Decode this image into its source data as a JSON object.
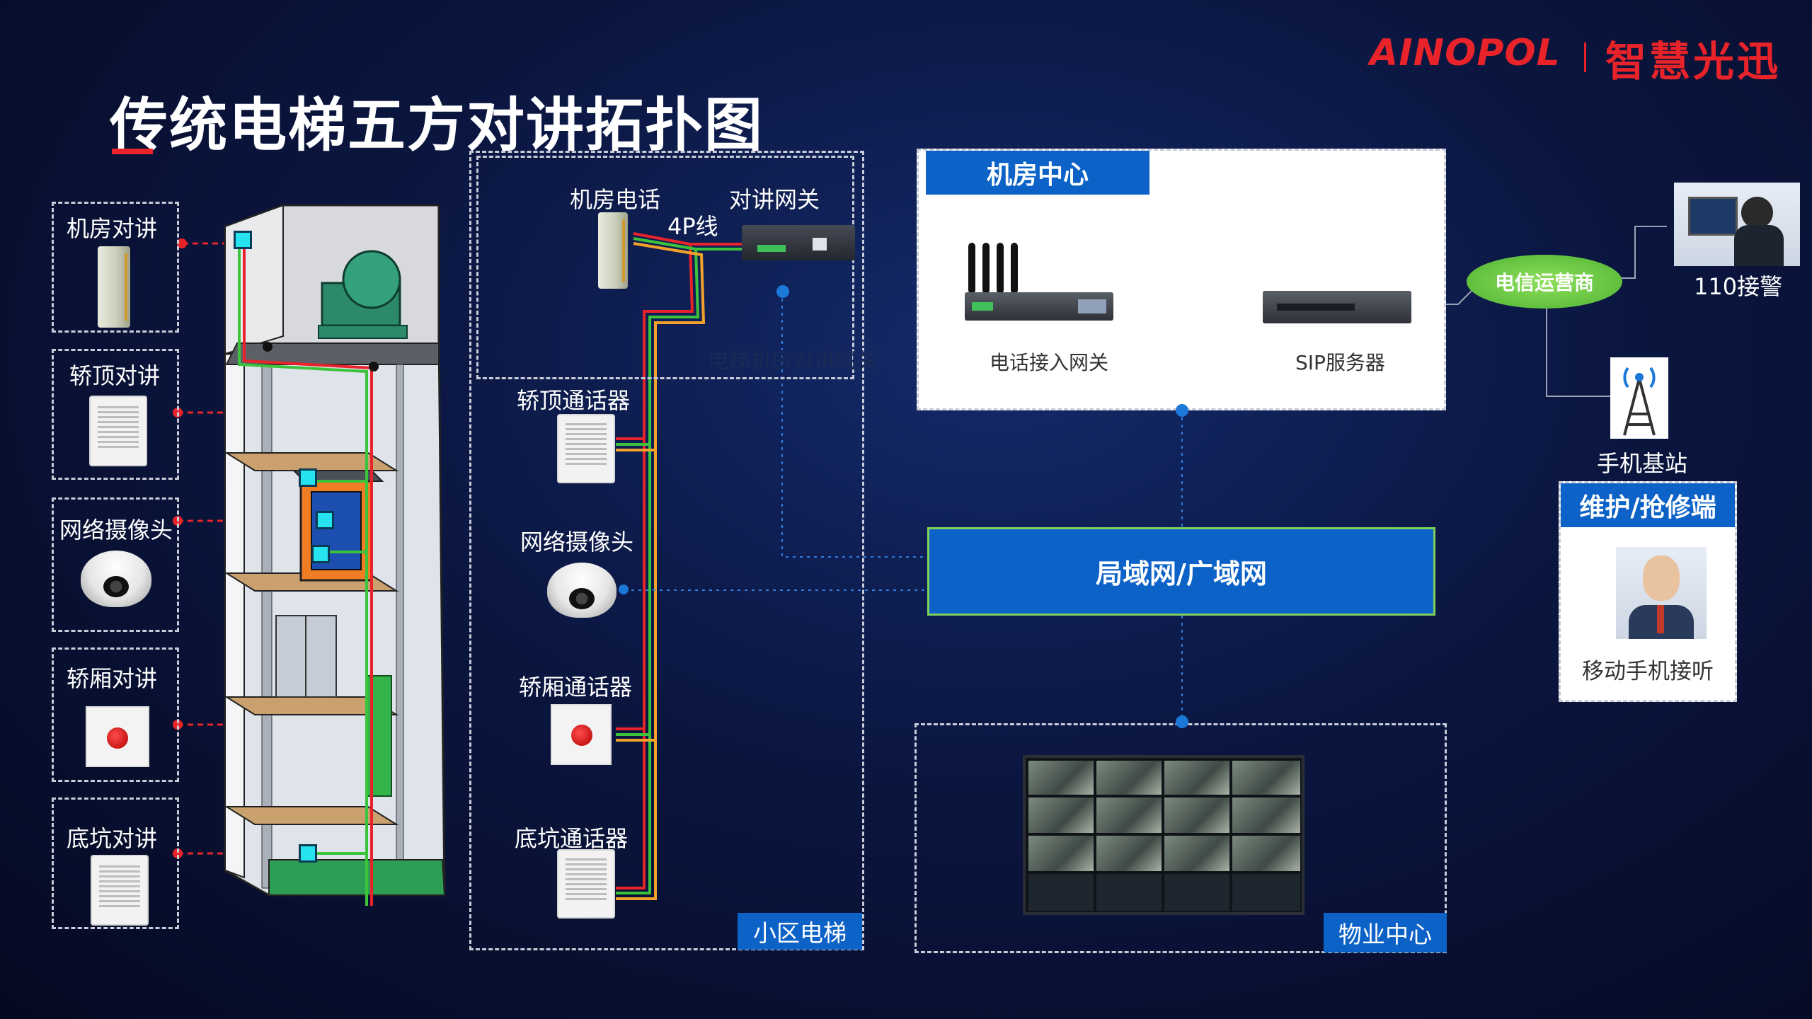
{
  "title": "传统电梯五方对讲拓扑图",
  "brand": {
    "logo_text": "AINOPOL",
    "name_cn": "智慧光迅"
  },
  "left_panels": [
    {
      "label": "机房对讲"
    },
    {
      "label": "轿顶对讲"
    },
    {
      "label": "网络摄像头"
    },
    {
      "label": "轿厢对讲"
    },
    {
      "label": "底坑对讲"
    }
  ],
  "community": {
    "tag": "小区电梯",
    "machine_phone": "机房电话",
    "intercom_gateway": "对讲网关",
    "cable": "4P线",
    "faint_text": "电梯机房对讲网关",
    "car_top": "轿顶通话器",
    "camera": "网络摄像头",
    "car": "轿厢通话器",
    "pit": "底坑通话器"
  },
  "machine_center": {
    "tag": "机房中心",
    "gateway": "电话接入网关",
    "sip": "SIP服务器"
  },
  "network": {
    "label": "局域网/广域网"
  },
  "telecom": {
    "label": "电信运营商"
  },
  "police": {
    "label": "110接警"
  },
  "base_station": {
    "label": "手机基站"
  },
  "maintenance": {
    "tag": "维护/抢修端",
    "caption": "移动手机接听"
  },
  "property": {
    "tag": "物业中心"
  },
  "colors": {
    "accent_red": "#e8232a",
    "tag_blue": "#0c62c6",
    "lan_border": "#7ed05a",
    "telecom_green": "#6ccb45"
  },
  "icons": [
    "intercom-phone-icon",
    "speaker-intercom-icon",
    "dome-camera-icon",
    "emergency-button-icon",
    "gateway-device-icon",
    "server-device-icon",
    "antenna-tower-icon",
    "operator-photo",
    "businessman-photo",
    "video-wall-icon",
    "elevator-shaft-illustration"
  ]
}
